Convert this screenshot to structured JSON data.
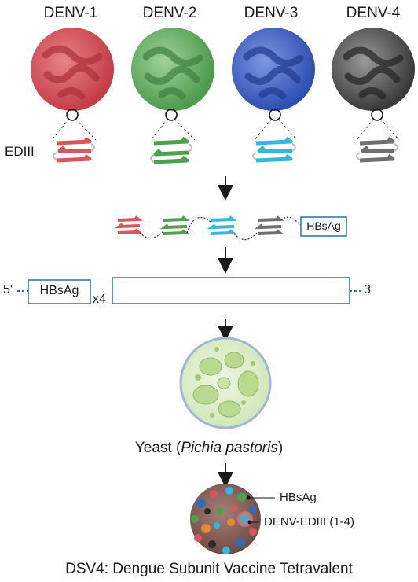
{
  "serotypes": [
    {
      "label": "DENV-1",
      "color": "#d9545c"
    },
    {
      "label": "DENV-2",
      "color": "#5aa85a"
    },
    {
      "label": "DENV-3",
      "color": "#3f63c4"
    },
    {
      "label": "DENV-4",
      "color": "#5b5b5b"
    }
  ],
  "domain_label": "EDIII",
  "fusion_construct": {
    "tag_label": "HBsAg"
  },
  "expression_cassette": {
    "five_prime": "5'",
    "three_prime": "3'",
    "hbsag_label": "HBsAg",
    "multiplier": "x4"
  },
  "yeast": {
    "caption_prefix": "Yeast (",
    "species": "Pichia pastoris",
    "caption_suffix": ")"
  },
  "nanoparticle": {
    "label_hbsag": "HBsAg",
    "label_edIII": "DENV-EDIII (1-4)"
  },
  "final_caption": "DSV4: Dengue Subunit Vaccine Tetravalent",
  "colors": {
    "denv1": "#d9545c",
    "denv2": "#5aa85a",
    "denv3": "#35b6e0",
    "denv4": "#6f6f6f",
    "box_stroke": "#2f6db5",
    "yeast_fill": "#d8ecc2",
    "yeast_cell": "#b8d98e"
  }
}
